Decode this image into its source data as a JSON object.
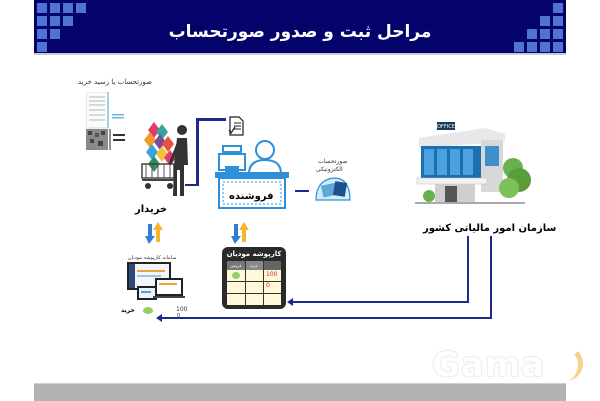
{
  "header": {
    "title": "مراحل ثبت و صدور صورتحساب",
    "background": "#03036b",
    "square_color": "#4f73d3"
  },
  "buyer": {
    "label": "خریدار",
    "receipt_caption": "صورتحساب یا رسید خرید"
  },
  "seller": {
    "label": "فروشنده",
    "e_invoice_caption_line1": "صورتحساب",
    "e_invoice_caption_line2": "الکترونیکی"
  },
  "tax_authority": {
    "label": "سازمان امور مالیاتی کشور",
    "sign_text": "OFFICE"
  },
  "taxpayer_portfolio": {
    "title": "کارپوشه مودیان",
    "columns": [
      "فروش",
      "خرید",
      ""
    ],
    "values": [
      "100",
      "0"
    ]
  },
  "buyer_panel": {
    "caption": "سامانه کارپوشه مودیان",
    "value_top": "100",
    "value_bottom": "0",
    "purchase_label": "خرید"
  },
  "watermark": {
    "text": "Gama"
  },
  "colors": {
    "arrow_line": "#1b2a8c",
    "seller_blue": "#2f8fd8",
    "footer": "#b2b2b2"
  }
}
